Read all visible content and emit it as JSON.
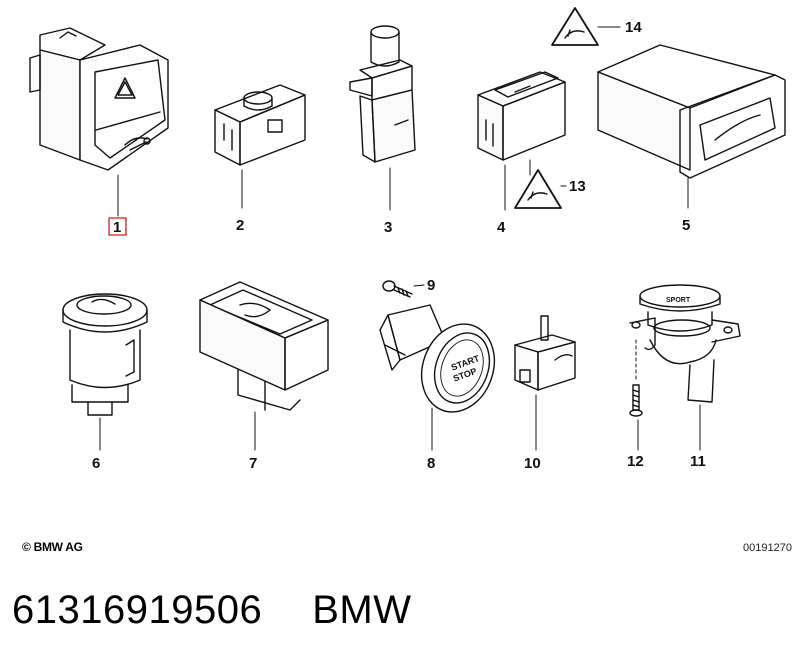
{
  "diagram": {
    "parts": [
      {
        "id": "1",
        "label": "1"
      },
      {
        "id": "2",
        "label": "2"
      },
      {
        "id": "3",
        "label": "3"
      },
      {
        "id": "4",
        "label": "4"
      },
      {
        "id": "5",
        "label": "5"
      },
      {
        "id": "6",
        "label": "6"
      },
      {
        "id": "7",
        "label": "7"
      },
      {
        "id": "8",
        "label": "8"
      },
      {
        "id": "9",
        "label": "9"
      },
      {
        "id": "10",
        "label": "10"
      },
      {
        "id": "11",
        "label": "11"
      },
      {
        "id": "12",
        "label": "12"
      },
      {
        "id": "13",
        "label": "13"
      },
      {
        "id": "14",
        "label": "14"
      }
    ],
    "highlight_color": "#d21f1f",
    "button_text": {
      "start": "START",
      "stop": "STOP",
      "sport": "SPORT"
    }
  },
  "footer": {
    "copyright": "© BMW AG",
    "code": "00191270",
    "part_number": "61316919506",
    "brand": "BMW"
  }
}
